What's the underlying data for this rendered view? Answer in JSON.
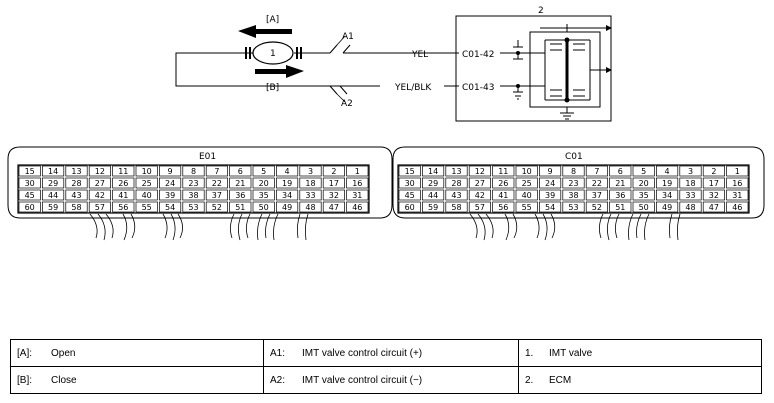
{
  "top_diagram": {
    "tag_open": "[A]",
    "tag_close": "[B]",
    "motor_label": "1",
    "ecm_label": "2",
    "lead_a1": "A1",
    "lead_a2": "A2",
    "wire_1_color": "YEL",
    "wire_2_color": "YEL/BLK",
    "terminal_1": "C01-42",
    "terminal_2": "C01-43"
  },
  "connectors": [
    {
      "name": "E01",
      "rows": [
        [
          "15",
          "14",
          "13",
          "12",
          "11",
          "10",
          "9",
          "8",
          "7",
          "6",
          "5",
          "4",
          "3",
          "2",
          "1"
        ],
        [
          "30",
          "29",
          "28",
          "27",
          "26",
          "25",
          "24",
          "23",
          "22",
          "21",
          "20",
          "19",
          "18",
          "17",
          "16"
        ],
        [
          "45",
          "44",
          "43",
          "42",
          "41",
          "40",
          "39",
          "38",
          "37",
          "36",
          "35",
          "34",
          "33",
          "32",
          "31"
        ],
        [
          "60",
          "59",
          "58",
          "57",
          "56",
          "55",
          "54",
          "53",
          "52",
          "51",
          "50",
          "49",
          "48",
          "47",
          "46"
        ]
      ]
    },
    {
      "name": "C01",
      "rows": [
        [
          "15",
          "14",
          "13",
          "12",
          "11",
          "10",
          "9",
          "8",
          "7",
          "6",
          "5",
          "4",
          "3",
          "2",
          "1"
        ],
        [
          "30",
          "29",
          "28",
          "27",
          "26",
          "25",
          "24",
          "23",
          "22",
          "21",
          "20",
          "19",
          "18",
          "17",
          "16"
        ],
        [
          "45",
          "44",
          "43",
          "42",
          "41",
          "40",
          "39",
          "38",
          "37",
          "36",
          "35",
          "34",
          "33",
          "32",
          "31"
        ],
        [
          "60",
          "59",
          "58",
          "57",
          "56",
          "55",
          "54",
          "53",
          "52",
          "51",
          "50",
          "49",
          "48",
          "47",
          "46"
        ]
      ]
    }
  ],
  "legend": [
    [
      {
        "key": "[A]:",
        "text": "Open"
      },
      {
        "key": "A1:",
        "text": "IMT valve control circuit (+)"
      },
      {
        "key": "1.",
        "text": "IMT valve"
      }
    ],
    [
      {
        "key": "[B]:",
        "text": "Close"
      },
      {
        "key": "A2:",
        "text": "IMT valve control circuit (−)"
      },
      {
        "key": "2.",
        "text": "ECM"
      }
    ]
  ]
}
